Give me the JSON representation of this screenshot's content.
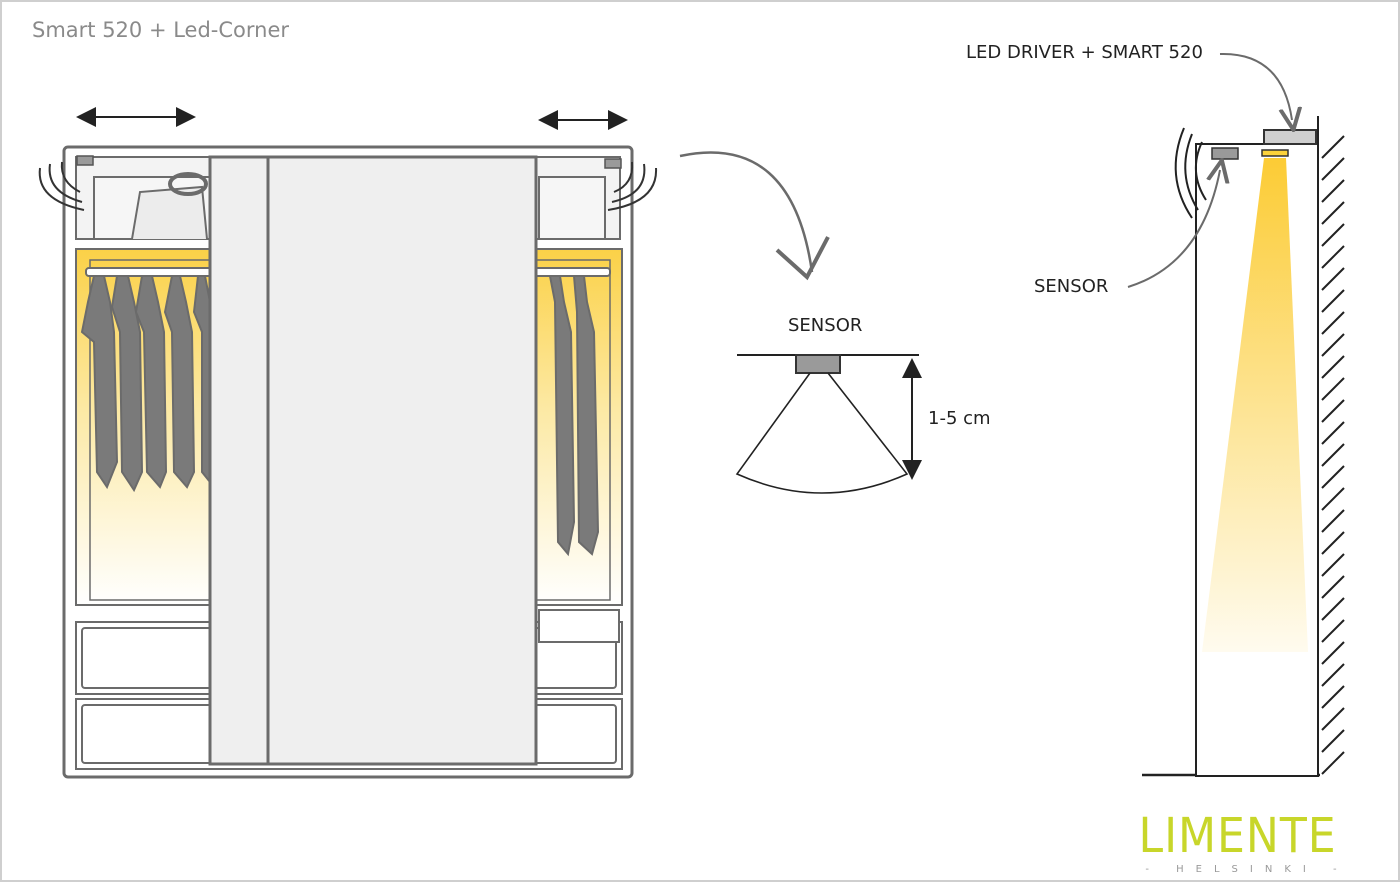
{
  "title": "Smart 520 + Led-Corner",
  "labels": {
    "sensor_detail": "SENSOR",
    "distance": "1-5 cm",
    "led_driver": "LED DRIVER + SMART 520",
    "sensor_side": "SENSOR"
  },
  "brand": {
    "name": "LIMENTE",
    "sub": "- HELSINKI -"
  },
  "colors": {
    "led_light": "#fcd23a",
    "line": "#6b6b6b",
    "brand": "#c8d62a"
  }
}
